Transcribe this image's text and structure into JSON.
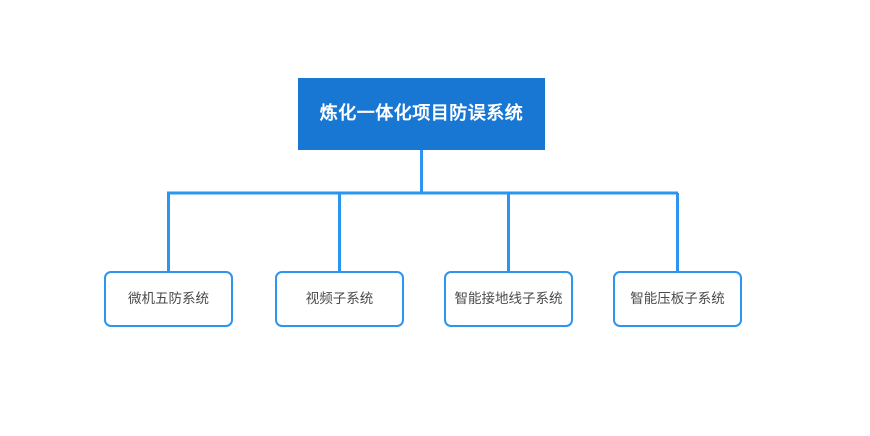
{
  "diagram": {
    "type": "organization-tree",
    "orientation": "top-down",
    "colors": {
      "root_fill": "#1977d4",
      "root_text": "#ffffff",
      "child_border": "#2b95ef",
      "child_fill": "#ffffff",
      "child_text": "#4a4a4a",
      "connector": "#2b95ef",
      "background": "#ffffff"
    },
    "root": {
      "label": "炼化一体化项目防误系统"
    },
    "children": [
      {
        "label": "微机五防系统"
      },
      {
        "label": "视频子系统"
      },
      {
        "label": "智能接地线子系统"
      },
      {
        "label": "智能压板子系统"
      }
    ]
  }
}
